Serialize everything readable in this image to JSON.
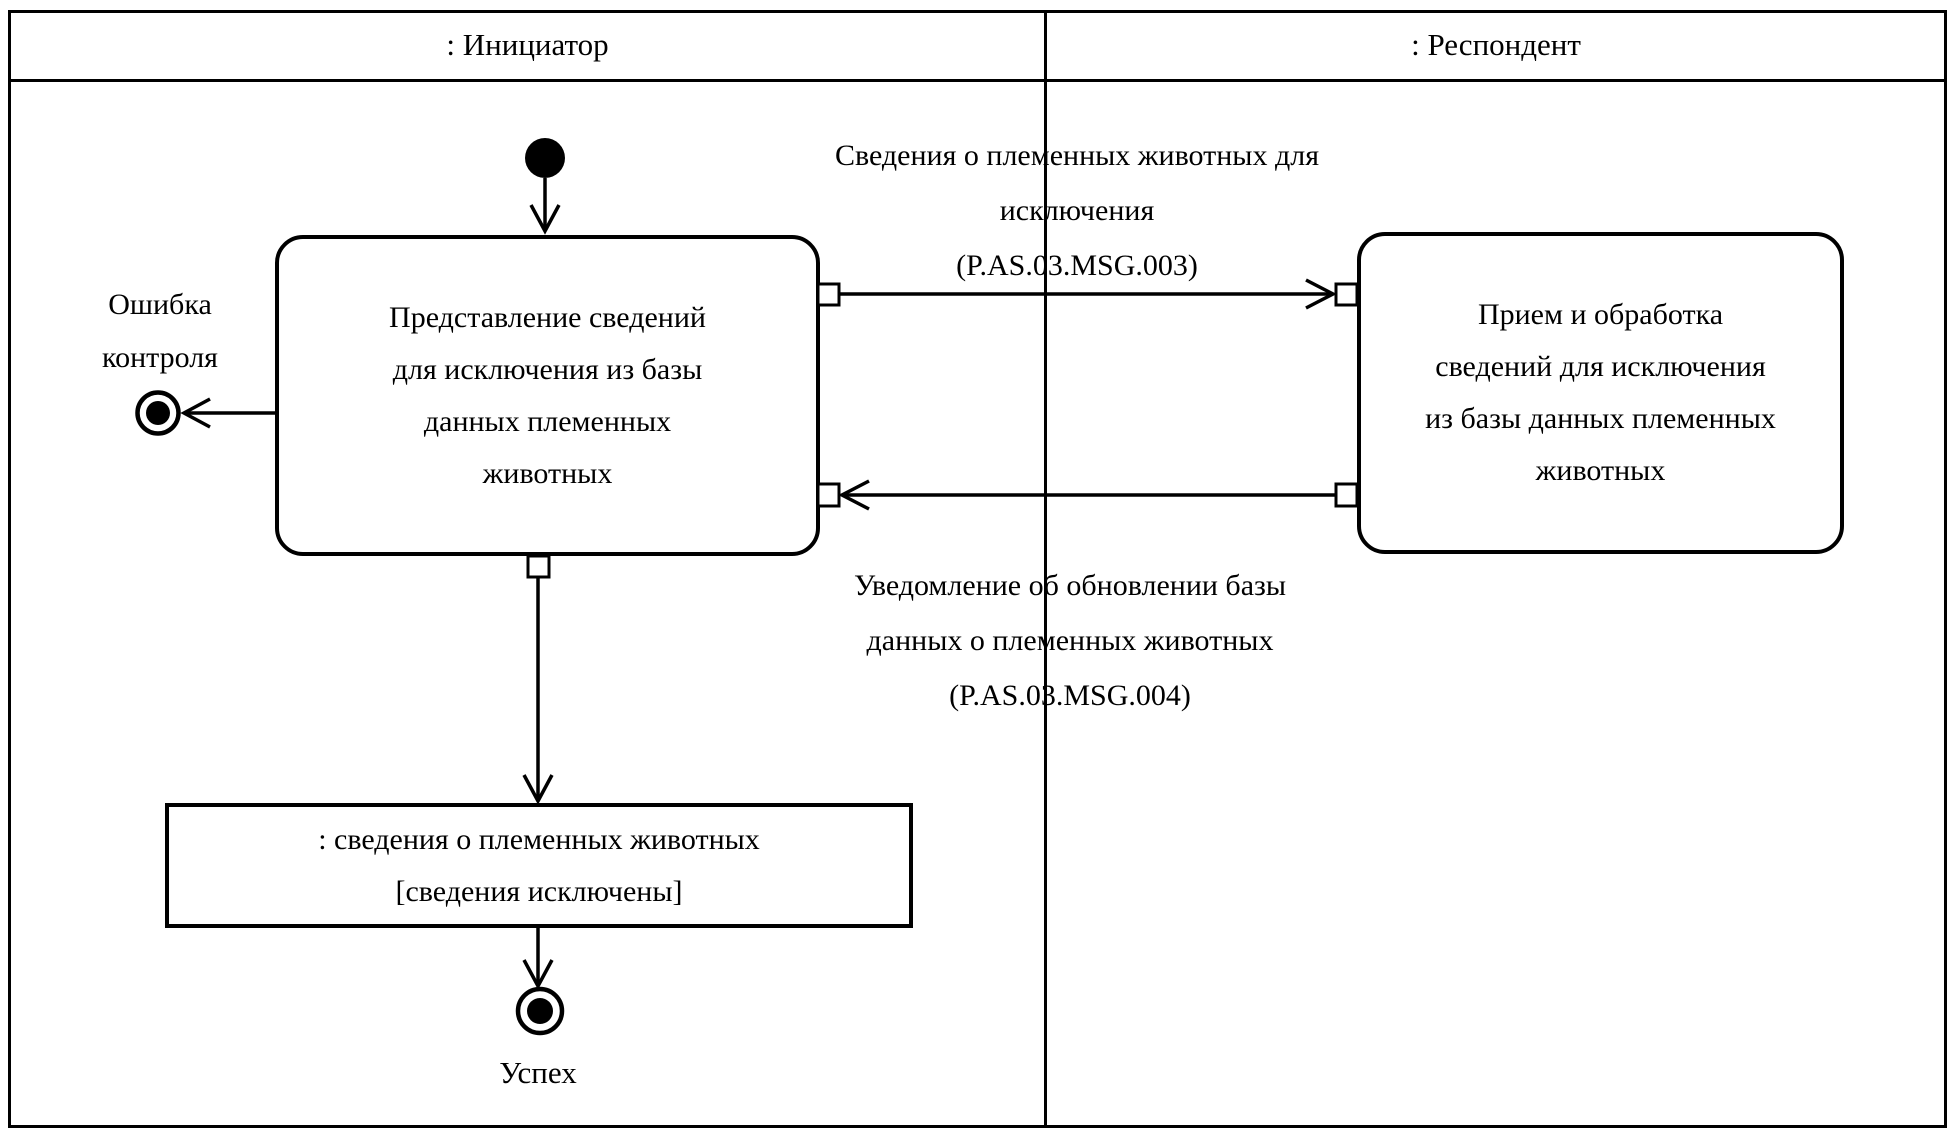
{
  "diagram": {
    "lanes": [
      {
        "label": ": Инициатор"
      },
      {
        "label": ": Респондент"
      }
    ],
    "activities": {
      "left": {
        "lines": [
          "Представление сведений",
          "для исключения из базы",
          "данных племенных",
          "животных"
        ]
      },
      "right": {
        "lines": [
          "Прием и обработка",
          "сведений для исключения",
          "из базы данных племенных",
          "животных"
        ]
      }
    },
    "messages": {
      "request": {
        "lines": [
          "Сведения о племенных животных для",
          "исключения",
          "(P.AS.03.MSG.003)"
        ]
      },
      "response": {
        "lines": [
          "Уведомление об обновлении базы",
          "данных о племенных животных",
          "(P.AS.03.MSG.004)"
        ]
      }
    },
    "error": {
      "lines": [
        "Ошибка",
        "контроля"
      ]
    },
    "object": {
      "lines": [
        ": сведения о племенных животных",
        "[сведения исключены]"
      ]
    },
    "success": {
      "label": "Успех"
    },
    "colors": {
      "stroke": "#000000",
      "background": "#ffffff"
    }
  }
}
